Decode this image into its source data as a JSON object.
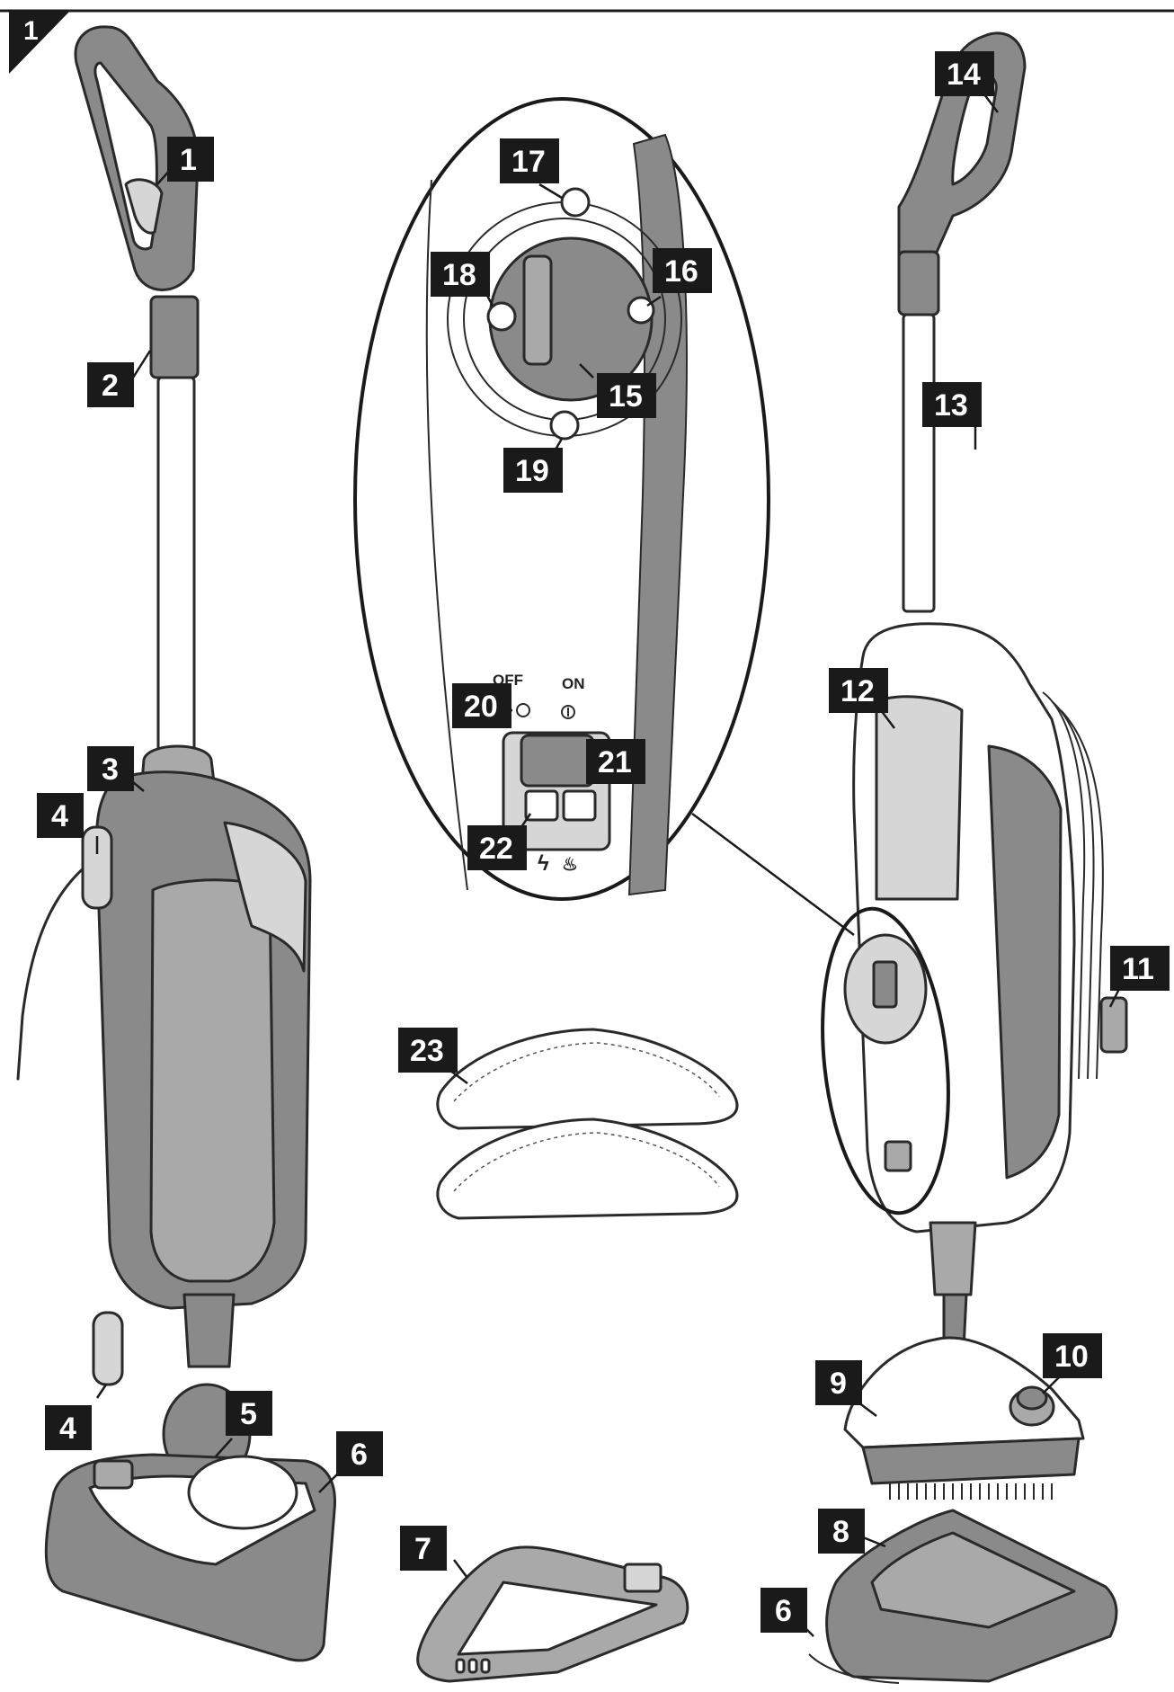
{
  "figure": {
    "number": "1",
    "accent_color": "#1a1a1a",
    "parts": [
      {
        "key": "p1",
        "label": "1"
      },
      {
        "key": "p2",
        "label": "2"
      },
      {
        "key": "p3",
        "label": "3"
      },
      {
        "key": "p4a",
        "label": "4"
      },
      {
        "key": "p4b",
        "label": "4"
      },
      {
        "key": "p5",
        "label": "5"
      },
      {
        "key": "p6a",
        "label": "6"
      },
      {
        "key": "p6b",
        "label": "6"
      },
      {
        "key": "p7",
        "label": "7"
      },
      {
        "key": "p8",
        "label": "8"
      },
      {
        "key": "p9",
        "label": "9"
      },
      {
        "key": "p10",
        "label": "10"
      },
      {
        "key": "p11",
        "label": "11"
      },
      {
        "key": "p12",
        "label": "12"
      },
      {
        "key": "p13",
        "label": "13"
      },
      {
        "key": "p14",
        "label": "14"
      },
      {
        "key": "p15",
        "label": "15"
      },
      {
        "key": "p16",
        "label": "16"
      },
      {
        "key": "p17",
        "label": "17"
      },
      {
        "key": "p18",
        "label": "18"
      },
      {
        "key": "p19",
        "label": "19"
      },
      {
        "key": "p20",
        "label": "20"
      },
      {
        "key": "p21",
        "label": "21"
      },
      {
        "key": "p22",
        "label": "22"
      },
      {
        "key": "p23",
        "label": "23"
      }
    ],
    "switch_panel": {
      "off_label": "OFF",
      "on_label": "ON",
      "off_symbol": "O",
      "on_symbol": "I"
    }
  }
}
